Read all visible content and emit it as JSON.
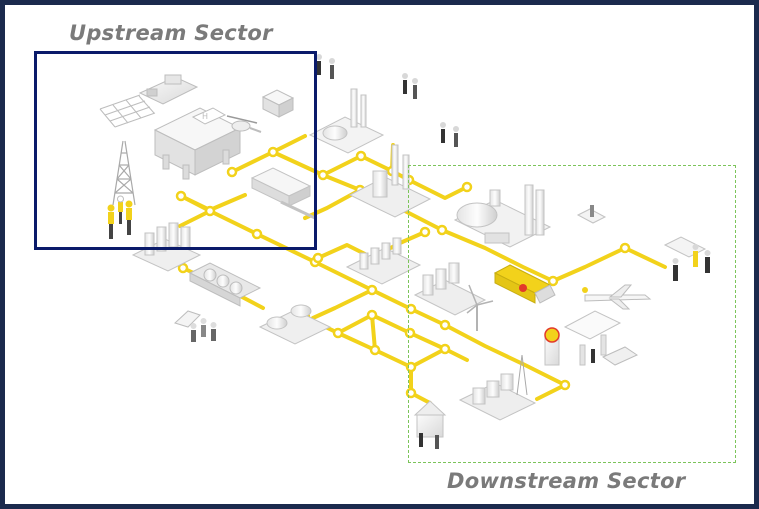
{
  "diagram": {
    "upstream_label": "Upstream Sector",
    "downstream_label": "Downstream Sector"
  },
  "colors": {
    "frame": "#1b2a4d",
    "upstream_box": "#0a1a6a",
    "downstream_box": "#7cc45a",
    "pipeline": "#f2d21b",
    "label_text": "#7a7a7a"
  },
  "icons": {
    "brand_logo": "shell-logo",
    "facilities": [
      "seismic-survey",
      "supply-vessel",
      "offshore-platform",
      "helicopter",
      "drilling-rig",
      "storage-tanks",
      "lng-tanker",
      "refinery",
      "gas-processing-plant",
      "chemical-plant",
      "fuel-truck",
      "wind-turbine",
      "airplane",
      "service-station",
      "power-station",
      "house",
      "office-people"
    ]
  }
}
